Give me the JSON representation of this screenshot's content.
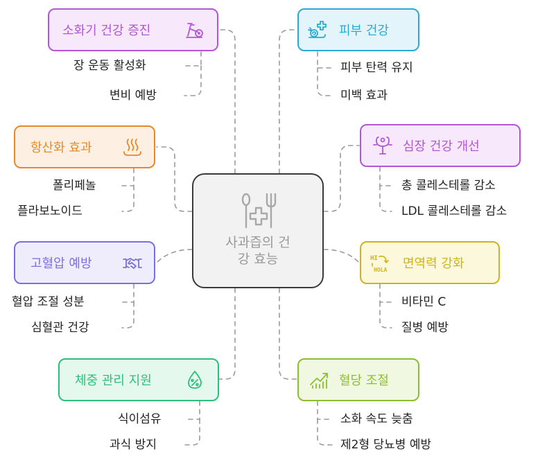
{
  "center": {
    "title": "사과즙의 건\n강 효능"
  },
  "nodes": [
    {
      "id": "digestion",
      "label": "소화기 건강 증진",
      "icon": "exercise-bike-icon",
      "color": "#b256d6",
      "bg": "#f7e9fb",
      "items": [
        "장 운동 활성화",
        "변비 예방"
      ]
    },
    {
      "id": "antioxidant",
      "label": "항산화 효과",
      "icon": "steam-heat-icon",
      "color": "#e38a2c",
      "bg": "#fdf0e2",
      "items": [
        "폴리페놀",
        "플라보노이드"
      ]
    },
    {
      "id": "blood-pressure",
      "label": "고혈압 예방",
      "icon": "handshake-icon",
      "color": "#7b6ee0",
      "bg": "#efedfc",
      "items": [
        "혈압 조절 성분",
        "심혈관 건강"
      ]
    },
    {
      "id": "weight",
      "label": "체중 관리 지원",
      "icon": "percent-drop-icon",
      "color": "#2cc07a",
      "bg": "#e5f8ee",
      "items": [
        "식이섬유",
        "과식 방지"
      ]
    },
    {
      "id": "skin",
      "label": "피부 건강",
      "icon": "snail-plus-icon",
      "color": "#2aa9d6",
      "bg": "#e3f5fb",
      "items": [
        "피부 탄력 유지",
        "미백 효과"
      ]
    },
    {
      "id": "heart",
      "label": "심장 건강 개선",
      "icon": "stethoscope-icon",
      "color": "#b256d6",
      "bg": "#f7e9fb",
      "items": [
        "총 콜레스테롤 감소",
        "LDL 콜레스테롤 감소"
      ]
    },
    {
      "id": "immunity",
      "label": "면역력 강화",
      "icon": "hi-hola-icon",
      "color": "#d2b21c",
      "bg": "#fcf8dc",
      "items": [
        "비타민 C",
        "질병 예방"
      ]
    },
    {
      "id": "blood-sugar",
      "label": "혈당 조절",
      "icon": "growth-chart-icon",
      "color": "#8dbf2c",
      "bg": "#f1f8e2",
      "items": [
        "소화 속도 늦춤",
        "제2형 당뇨병 예방"
      ]
    }
  ]
}
